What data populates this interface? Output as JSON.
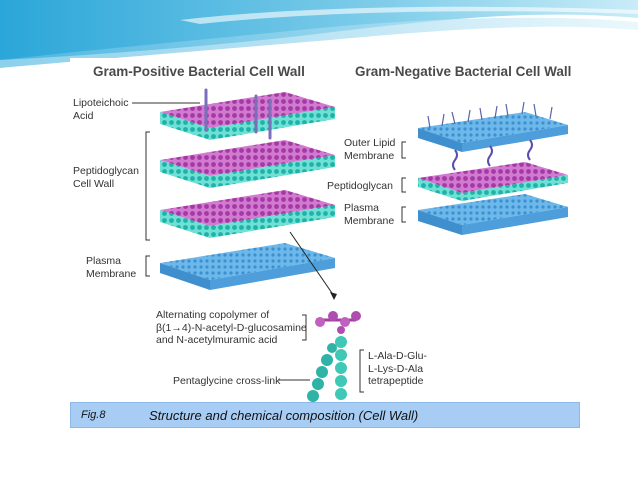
{
  "gram_positive": {
    "title": "Gram-Positive Bacterial Cell Wall",
    "labels": {
      "lipoteichoic_1": "Lipoteichoic",
      "lipoteichoic_2": "Acid",
      "peptidoglycan_1": "Peptidoglycan",
      "peptidoglycan_2": "Cell Wall",
      "plasma_1": "Plasma",
      "plasma_2": "Membrane"
    }
  },
  "gram_negative": {
    "title": "Gram-Negative Bacterial Cell Wall",
    "labels": {
      "outer_1": "Outer Lipid",
      "outer_2": "Membrane",
      "peptidoglycan": "Peptidoglycan",
      "plasma_1": "Plasma",
      "plasma_2": "Membrane"
    }
  },
  "detail": {
    "copolymer_1": "Alternating copolymer of",
    "copolymer_2": "β(1→4)-N-acetyl-D-glucosamine",
    "copolymer_3": "and N-acetylmuramic acid",
    "tetra_1": "L-Ala-D-Glu-",
    "tetra_2": "L-Lys-D-Ala",
    "tetra_3": "tetrapeptide",
    "crosslink": "Pentaglycine cross-link"
  },
  "caption": {
    "fig": "Fig.8",
    "text": "Structure and chemical composition (Cell Wall)"
  },
  "colors": {
    "membrane": "#5aa9e0",
    "glycan_pink": "#c052b8",
    "glycan_teal": "#2fc2b8",
    "caption_bg": "#a8cdf5"
  }
}
